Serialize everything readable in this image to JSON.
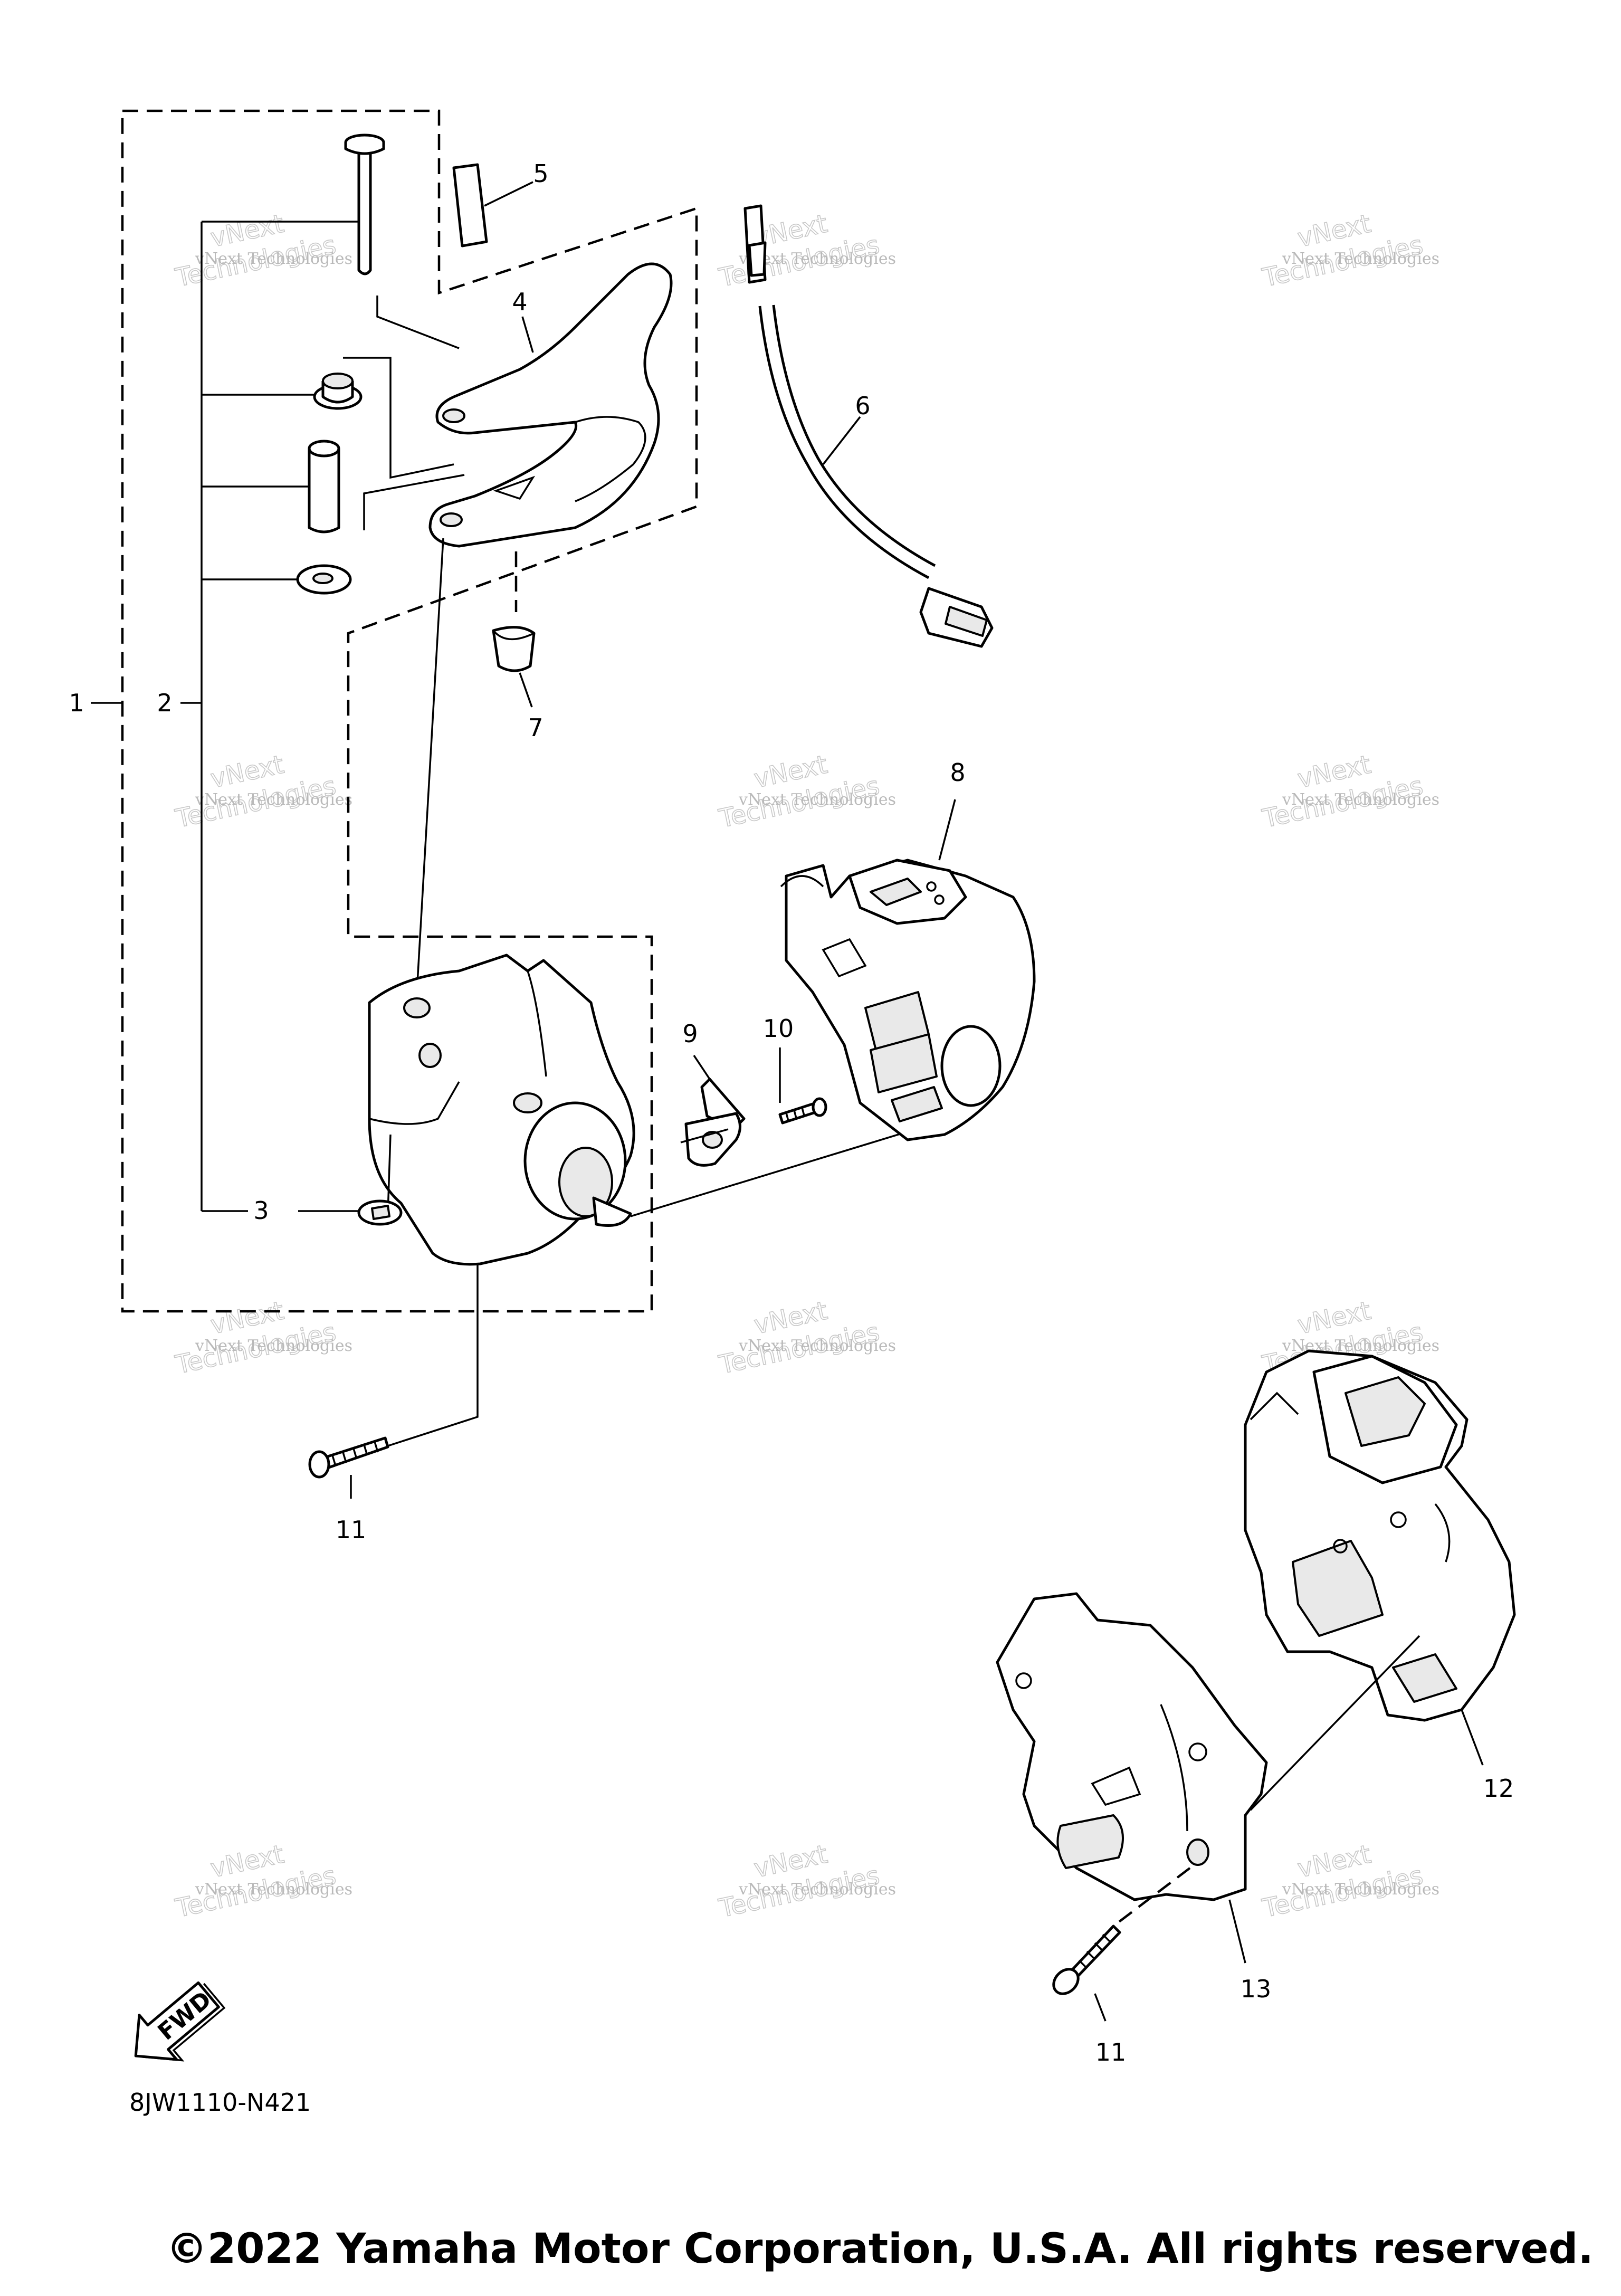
{
  "diagram": {
    "part_labels": {
      "p1": "1",
      "p2": "2",
      "p3": "3",
      "p4": "4",
      "p5": "5",
      "p6": "6",
      "p7": "7",
      "p8": "8",
      "p9": "9",
      "p10": "10",
      "p11a": "11",
      "p11b": "11",
      "p12": "12",
      "p13": "13"
    },
    "diagram_code": "8JW1110-N421",
    "fwd_label": "FWD",
    "watermark": {
      "line1": "vNext Technologies",
      "line2": "Technologies",
      "line3": "vNext"
    },
    "copyright": "©2022 Yamaha Motor Corporation, U.S.A. All rights reserved."
  }
}
